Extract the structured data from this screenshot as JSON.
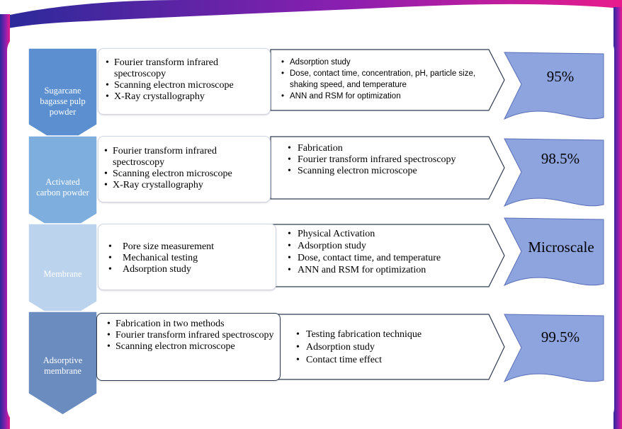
{
  "colors": {
    "frame_gradient_start": "#2a2a9a",
    "frame_gradient_mid": "#8a1fb0",
    "frame_gradient_end": "#e81c8c",
    "chevron_1": "#5b8fd0",
    "chevron_2": "#7eaede",
    "chevron_3": "#bcd3ee",
    "chevron_4": "#6a8cbf",
    "result_fill": "#8ea4de"
  },
  "stages": [
    {
      "label": [
        "Sugarcane",
        "bagasse pulp",
        "powder"
      ],
      "characterization": [
        "Fourier transform infrared spectroscopy",
        "Scanning electron microscope",
        "X-Ray crystallography"
      ],
      "processes": [
        "Adsorption study",
        "Dose, contact time, concentration, pH, particle size, shaking speed, and temperature",
        "ANN and RSM for optimization"
      ],
      "result": "95%"
    },
    {
      "label": [
        "Activated",
        "carbon powder"
      ],
      "characterization": [
        "Fourier transform infrared spectroscopy",
        "Scanning electron microscope",
        "X-Ray crystallography"
      ],
      "processes": [
        "Fabrication",
        "Fourier transform infrared spectroscopy",
        "Scanning electron microscope"
      ],
      "result": "98.5%"
    },
    {
      "label": [
        "Membrane"
      ],
      "characterization": [
        "Pore size measurement",
        "Mechanical testing",
        "Adsorption study"
      ],
      "processes": [
        "Physical Activation",
        "Adsorption study",
        "Dose, contact time, and temperature",
        "ANN and RSM for optimization"
      ],
      "result": "Microscale"
    },
    {
      "label": [
        "Adsorptive",
        "membrane"
      ],
      "characterization": [
        "Fabrication in two methods",
        "Fourier transform infrared spectroscopy",
        "Scanning electron microscope"
      ],
      "processes": [
        "Testing fabrication technique",
        "Adsorption study",
        "Contact time effect"
      ],
      "result": "99.5%"
    }
  ]
}
